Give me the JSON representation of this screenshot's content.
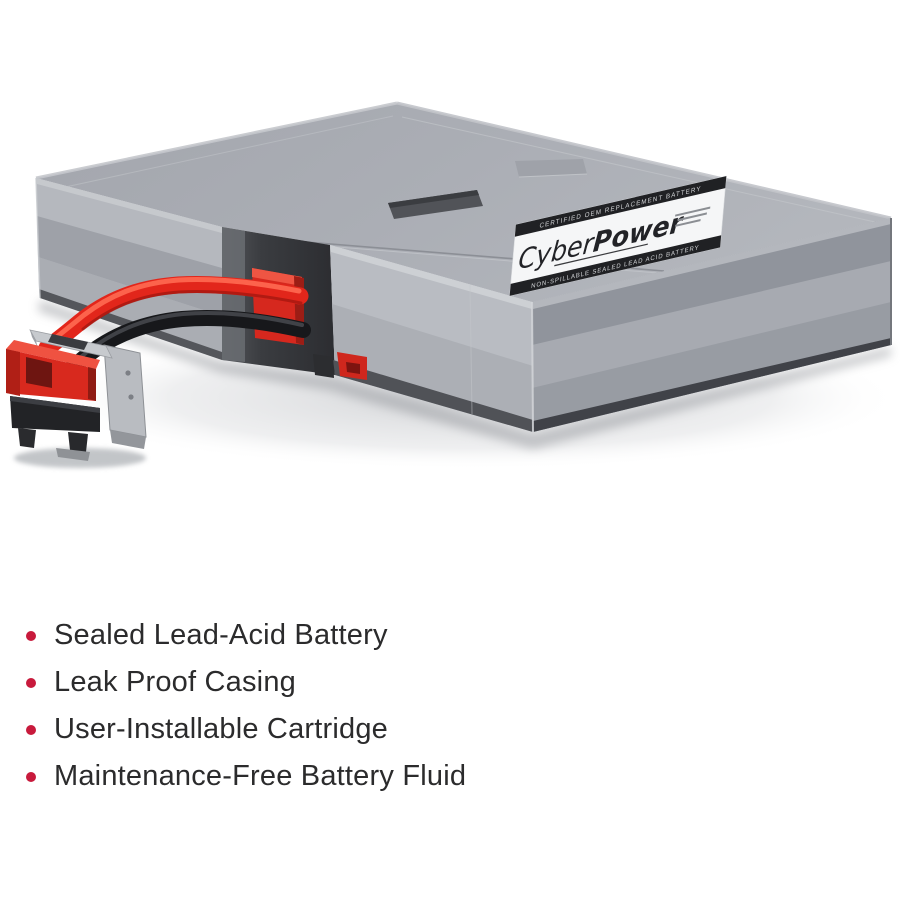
{
  "product_image": {
    "alt": "CyberPower replacement battery cartridge with red and black wires and quick-connector",
    "brand": "CyberPower",
    "label": {
      "top_bar": "CERTIFIED OEM REPLACEMENT BATTERY",
      "brand_light": "Cyber",
      "brand_bold": "Power",
      "bottom_bar": "NON-SPILLABLE SEALED LEAD ACID BATTERY"
    },
    "colors": {
      "battery_gray": "#a9acb3",
      "battery_gray_dark": "#90939b",
      "battery_gray_light": "#b9bcc2",
      "wire_red": "#e42b20",
      "wire_black": "#1a1b1e",
      "connector_red": "#d8291e",
      "connector_black": "#222326",
      "bracket_gray": "#bcbfc4",
      "label_bar_black": "#202124",
      "label_white": "#f5f6f7"
    }
  },
  "features": {
    "bullet_color": "#c81a3c",
    "items": [
      "Sealed Lead-Acid Battery",
      "Leak Proof Casing",
      "User-Installable Cartridge",
      "Maintenance-Free Battery Fluid"
    ]
  }
}
